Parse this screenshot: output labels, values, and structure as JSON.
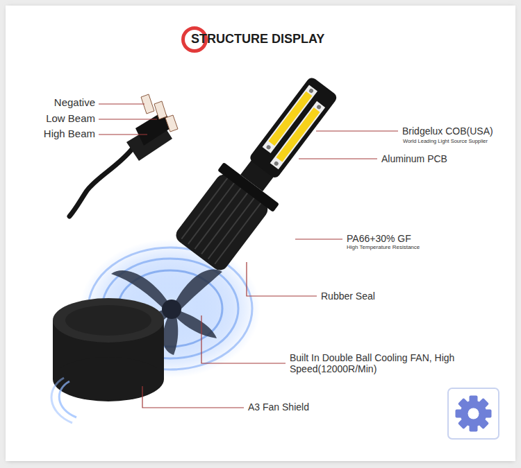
{
  "diagram": {
    "title": "STRUCTURE DISPLAY",
    "labels": [
      "Negative",
      "Low Beam",
      "High Beam",
      "Bridgelux COB(USA)",
      "World Leading Light Source Supplier",
      "Aluminum PCB",
      "PA66+30% GF",
      "High Temperature Resistance",
      "Rubber Seal",
      "Built In Double Ball Cooling FAN, High Speed(12000R/Min)",
      "A3 Fan Shield"
    ]
  }
}
